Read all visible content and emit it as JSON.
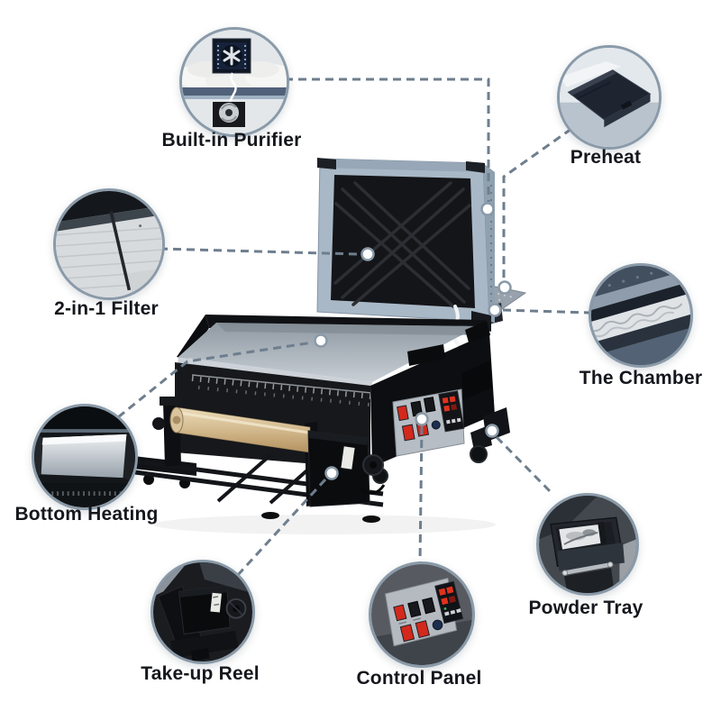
{
  "colors": {
    "connector_dash": "#6e7e8e",
    "circle_border": "#8a9aa9",
    "label_text": "#15171c",
    "anchor_dot": "#ffffff",
    "machine_body": "#17181b",
    "film_roll": "#d5bd92",
    "switch_red": "#d2291c"
  },
  "callouts": [
    {
      "id": "built-in-purifier",
      "label": "Built-in Purifier",
      "icon": "purifier-fan-photo"
    },
    {
      "id": "preheat",
      "label": "Preheat",
      "icon": "preheat-plate-photo"
    },
    {
      "id": "2-in-1-filter",
      "label": "2-in-1 Filter",
      "icon": "filter-panels-photo"
    },
    {
      "id": "the-chamber",
      "label": "The Chamber",
      "icon": "chamber-interior-photo"
    },
    {
      "id": "bottom-heating",
      "label": "Bottom Heating",
      "icon": "heating-plate-photo"
    },
    {
      "id": "powder-tray",
      "label": "Powder Tray",
      "icon": "powder-tray-photo"
    },
    {
      "id": "take-up-reel",
      "label": "Take-up Reel",
      "icon": "take-up-motor-photo"
    },
    {
      "id": "control-panel",
      "label": "Control Panel",
      "icon": "switch-panel-photo"
    }
  ]
}
